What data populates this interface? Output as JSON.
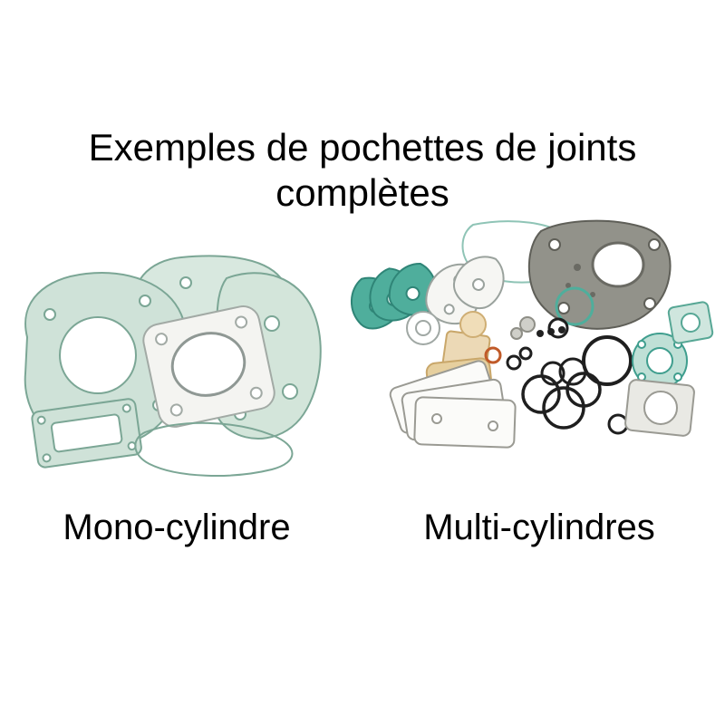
{
  "title": {
    "line1": "Exemples de pochettes de joints",
    "line2": "complètes"
  },
  "captions": {
    "left": "Mono-cylindre",
    "right": "Multi-cylindres"
  },
  "illustrations": {
    "left": {
      "name": "complete-gasket-set-single-cylinder",
      "description": "pile of large celadon green engine gaskets with one white head gasket",
      "dominant_color": "#cfe2d8",
      "outline_color": "#7ba695"
    },
    "right": {
      "name": "complete-gasket-set-multi-cylinder",
      "description": "assortment of many small gaskets, o-rings, washers and paper gaskets",
      "colors": [
        "#4fae9c",
        "#ecd9b6",
        "#92928a",
        "#1f1f1f",
        "#c05a28",
        "#e9e9e4"
      ]
    }
  }
}
